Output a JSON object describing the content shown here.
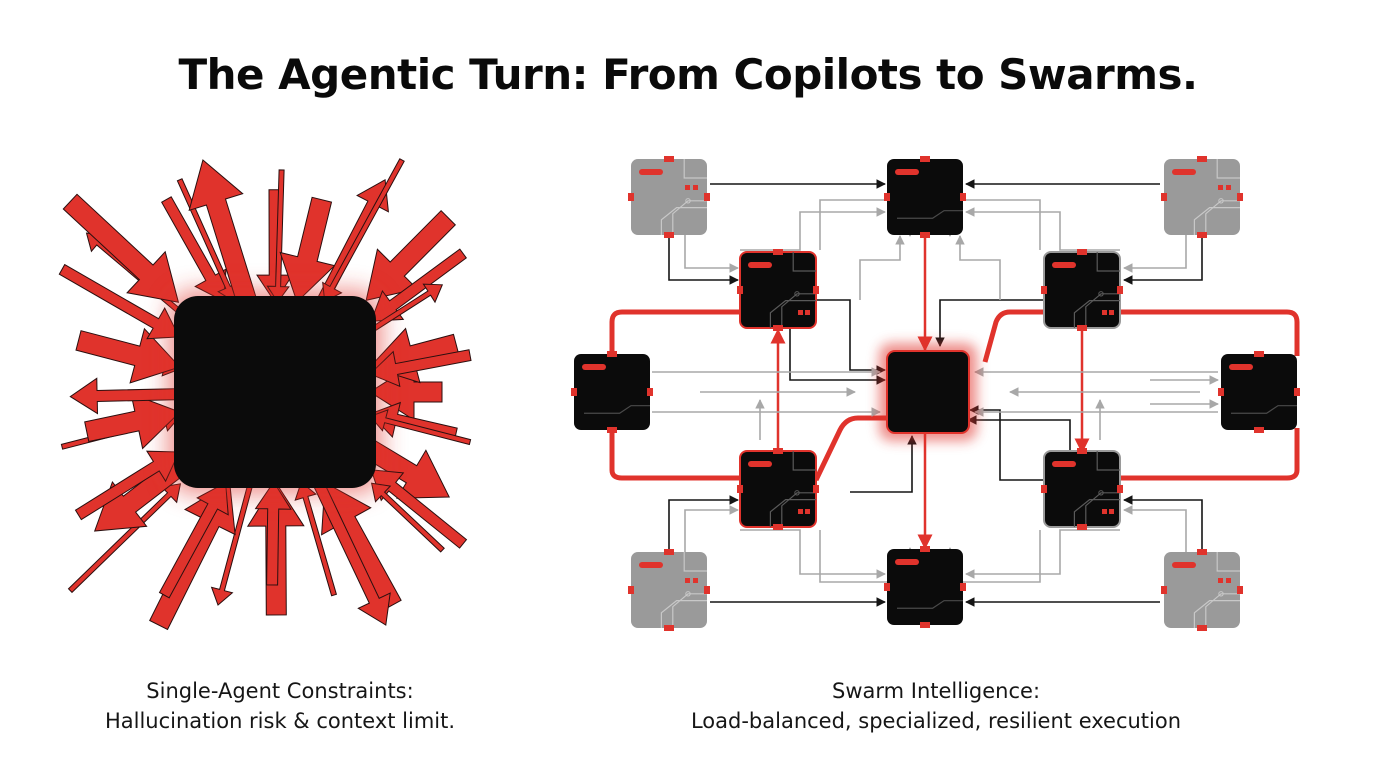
{
  "title": "The Agentic Turn: From Copilots to Swarms.",
  "left_caption": {
    "line1": "Single-Agent Constraints:",
    "line2": "Hallucination risk & context limit."
  },
  "right_caption": {
    "line1": "Swarm Intelligence:",
    "line2": "Load-balanced, specialized, resilient execution"
  },
  "colors": {
    "accent_red": "#e0332c",
    "agent_black": "#0b0b0b",
    "inactive_gray": "#9a9a9a",
    "connector_gray": "#a8a8a8",
    "connector_black": "#151515"
  },
  "swarm": {
    "nodes": [
      {
        "id": "tl",
        "kind": "idle"
      },
      {
        "id": "top",
        "kind": "active"
      },
      {
        "id": "tr",
        "kind": "idle"
      },
      {
        "id": "itl",
        "kind": "chip"
      },
      {
        "id": "itr",
        "kind": "chip-gray"
      },
      {
        "id": "left",
        "kind": "active"
      },
      {
        "id": "center",
        "kind": "core"
      },
      {
        "id": "right",
        "kind": "active"
      },
      {
        "id": "ibl",
        "kind": "chip"
      },
      {
        "id": "ibr",
        "kind": "chip-gray"
      },
      {
        "id": "bl",
        "kind": "idle"
      },
      {
        "id": "bottom",
        "kind": "active"
      },
      {
        "id": "br",
        "kind": "idle"
      }
    ]
  }
}
